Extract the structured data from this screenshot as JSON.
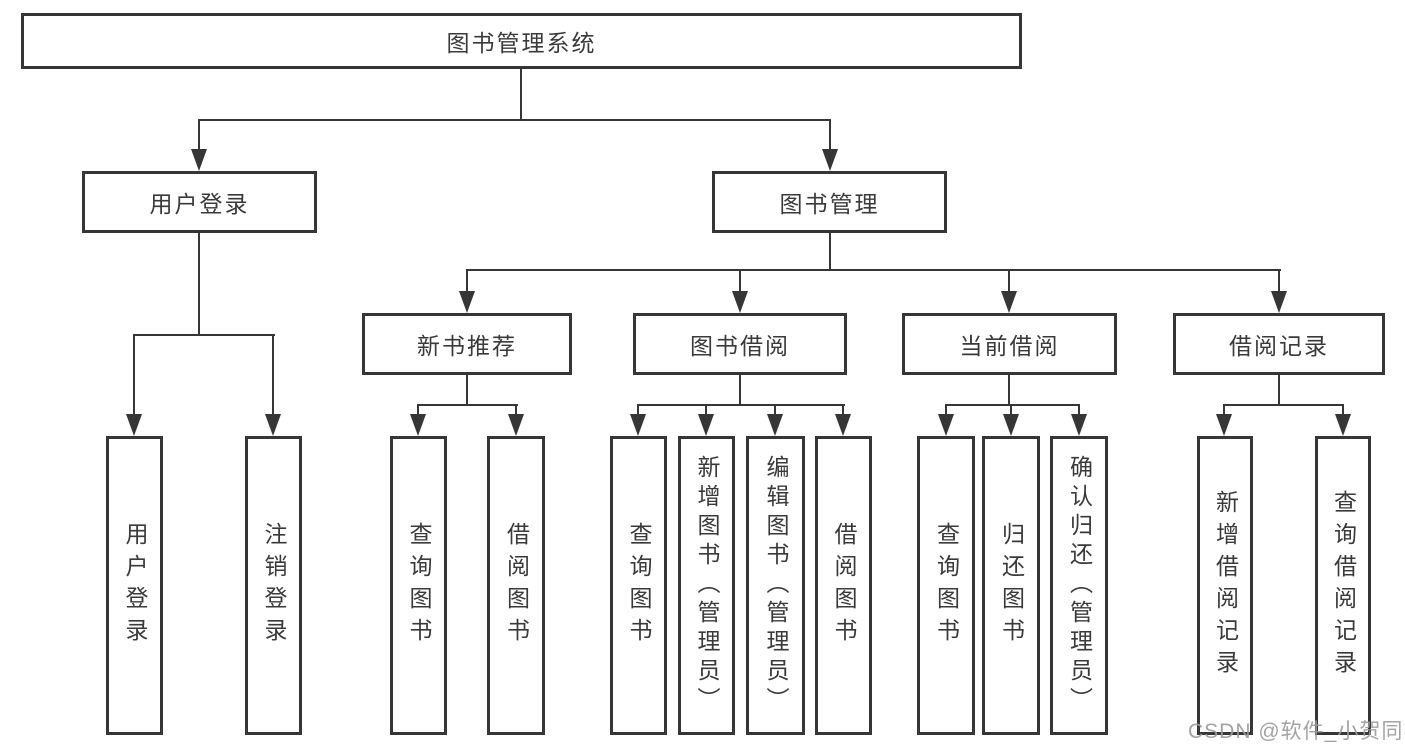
{
  "diagram": {
    "root": {
      "label": "图书管理系统"
    },
    "level2": {
      "user_login": {
        "label": "用户登录"
      },
      "book_management": {
        "label": "图书管理"
      }
    },
    "level3": {
      "new_book_recommend": {
        "label": "新书推荐"
      },
      "book_borrow": {
        "label": "图书借阅"
      },
      "current_borrow": {
        "label": "当前借阅"
      },
      "borrow_record": {
        "label": "借阅记录"
      }
    },
    "leaves": {
      "user_login_leaf": {
        "label": "用户登录"
      },
      "logout_leaf": {
        "label": "注销登录"
      },
      "query_books_recommend": {
        "label": "查询图书"
      },
      "borrow_books_recommend": {
        "label": "借阅图书"
      },
      "query_books_borrow": {
        "label": "查询图书"
      },
      "add_books_admin": {
        "label": "新增图书（管理员）"
      },
      "edit_books_admin": {
        "label": "编辑图书（管理员）"
      },
      "borrow_books_leaf": {
        "label": "借阅图书"
      },
      "query_books_current": {
        "label": "查询图书"
      },
      "return_books": {
        "label": "归还图书"
      },
      "confirm_return_admin": {
        "label": "确认归还（管理员）"
      },
      "add_borrow_record": {
        "label": "新增借阅记录"
      },
      "query_borrow_record": {
        "label": "查询借阅记录"
      }
    },
    "watermark": "CSDN @软件_小贺同学"
  },
  "colors": {
    "line": "#363636",
    "text": "#3a3a3a",
    "watermark": "#9c9c9c",
    "background": "#ffffff"
  }
}
